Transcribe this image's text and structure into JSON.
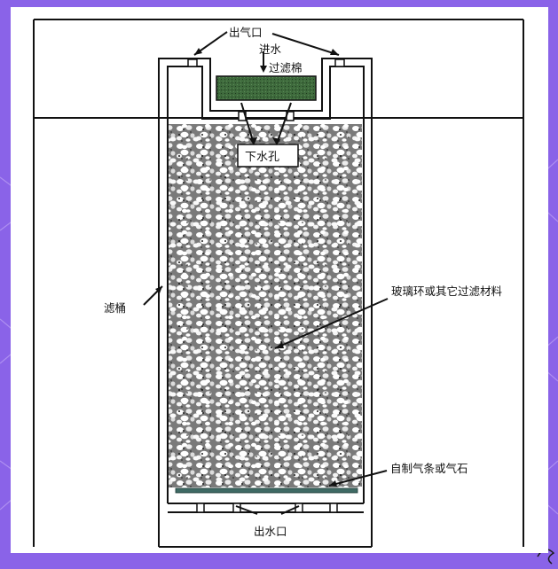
{
  "labels": {
    "air_outlet": "出气口",
    "water_inlet": "进水",
    "filter_cotton": "过滤棉",
    "drain_hole": "下水孔",
    "filter_bucket": "滤桶",
    "filter_media": "玻璃环或其它过滤材料",
    "air_stone": "自制气条或气石",
    "water_outlet": "出水口"
  },
  "colors": {
    "background": "#8a63e8",
    "panel": "#ffffff",
    "stroke": "#111111",
    "filter_cotton": "#3e6a3c",
    "air_stone": "#3f6a64"
  }
}
